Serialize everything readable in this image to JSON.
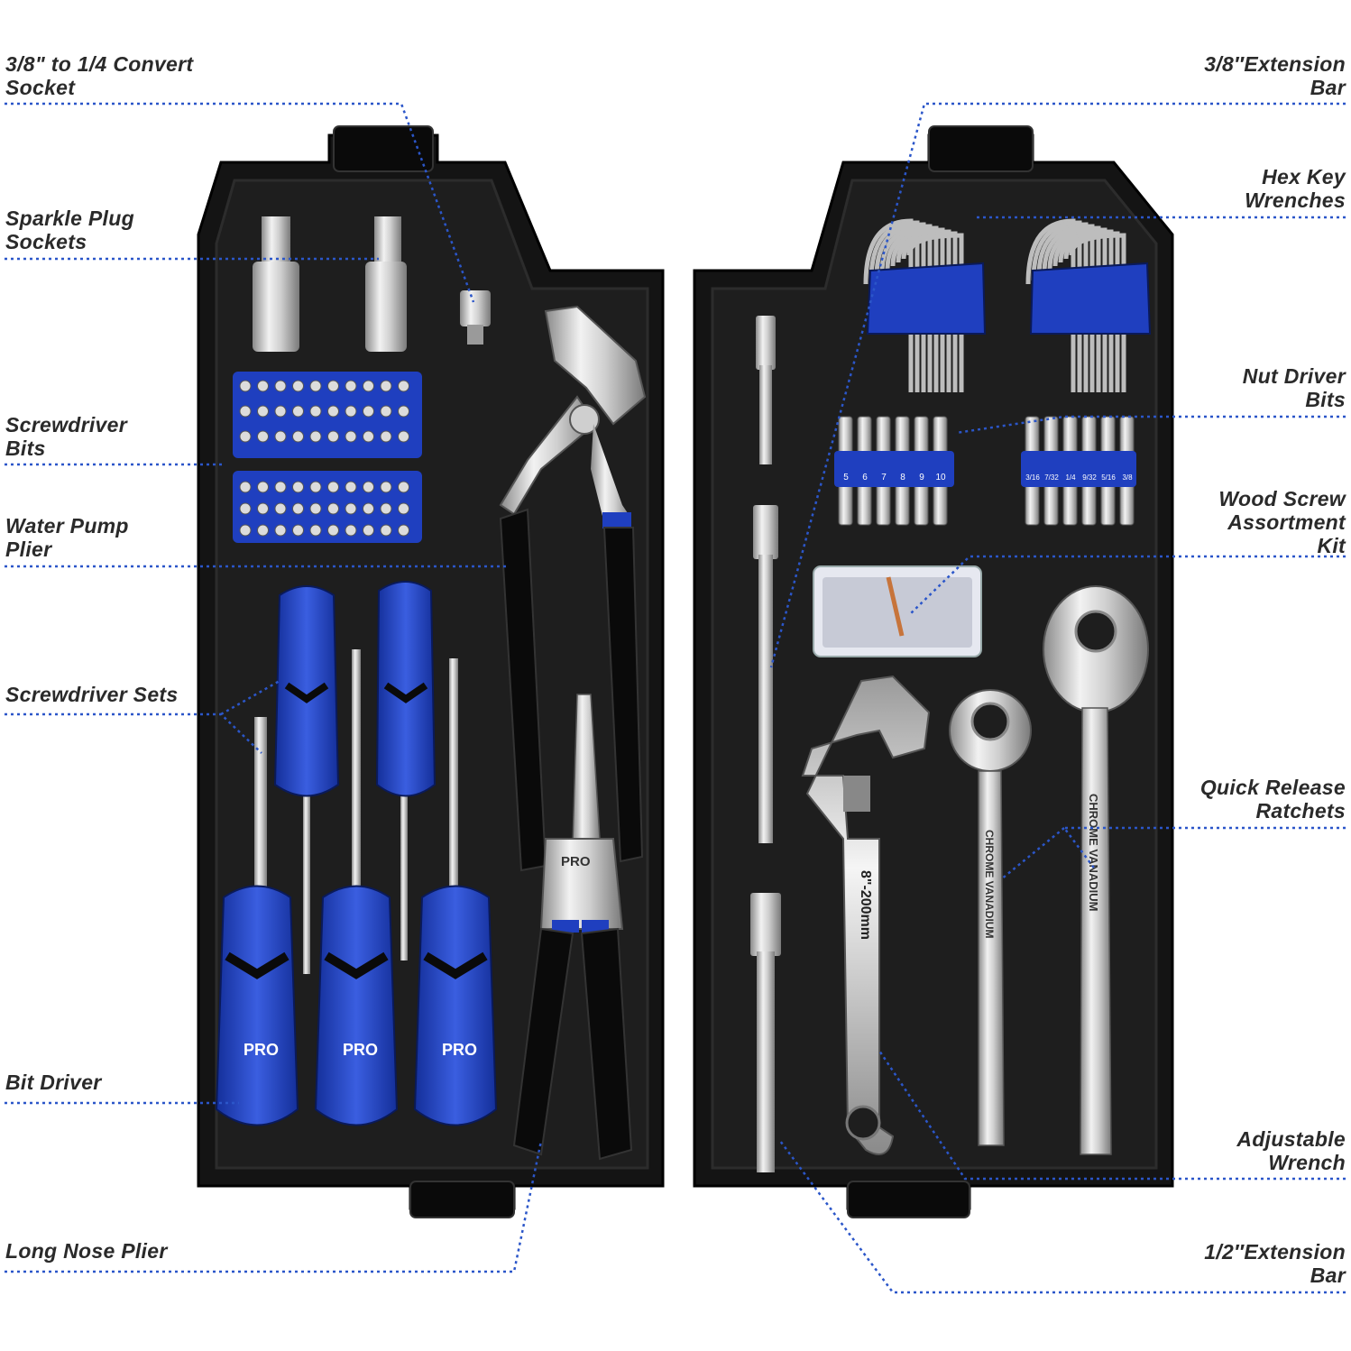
{
  "labels_left": [
    {
      "id": "convert-socket",
      "lines": [
        "3/8\" to 1/4 Convert",
        "Socket"
      ]
    },
    {
      "id": "spark-plug-sockets",
      "lines": [
        "Sparkle Plug",
        "Sockets"
      ]
    },
    {
      "id": "screwdriver-bits",
      "lines": [
        "Screwdriver",
        "Bits"
      ]
    },
    {
      "id": "water-pump-plier",
      "lines": [
        "Water Pump",
        "Plier"
      ]
    },
    {
      "id": "screwdriver-sets",
      "lines": [
        "Screwdriver Sets"
      ]
    },
    {
      "id": "bit-driver",
      "lines": [
        "Bit Driver"
      ]
    },
    {
      "id": "long-nose-plier",
      "lines": [
        "Long Nose Plier"
      ]
    }
  ],
  "labels_right": [
    {
      "id": "extension-bar-38",
      "lines": [
        "3/8″Extension",
        "Bar"
      ]
    },
    {
      "id": "hex-key-wrenches",
      "lines": [
        "Hex Key",
        "Wrenches"
      ]
    },
    {
      "id": "nut-driver-bits",
      "lines": [
        "Nut Driver",
        "Bits"
      ]
    },
    {
      "id": "wood-screw-kit",
      "lines": [
        "Wood Screw",
        "Assortment",
        "Kit"
      ]
    },
    {
      "id": "quick-release-ratchets",
      "lines": [
        "Quick Release",
        "Ratchets"
      ]
    },
    {
      "id": "adjustable-wrench",
      "lines": [
        "Adjustable",
        "Wrench"
      ]
    },
    {
      "id": "extension-bar-12",
      "lines": [
        "1/2″Extension",
        "Bar"
      ]
    }
  ],
  "nut_driver_sizes_metric": [
    "5",
    "6",
    "7",
    "8",
    "9",
    "10"
  ],
  "nut_driver_sizes_imperial": [
    "3/16",
    "7/32",
    "1/4",
    "9/32",
    "5/16",
    "3/8"
  ],
  "brand_mark": "PRO",
  "wrench_engraving": "8\"-200mm",
  "ratchet_engraving": "CHROME VANADIUM",
  "colors": {
    "accent": "#1f3fbf",
    "leader": "#2b56c9",
    "case": "#111111",
    "metal": "#d9d9d9"
  }
}
